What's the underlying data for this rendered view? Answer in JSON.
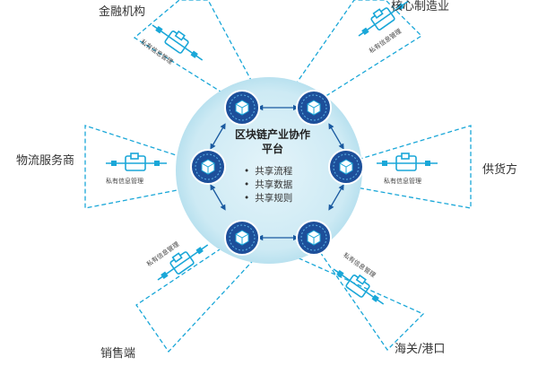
{
  "center": {
    "title": "区块链产业协作平台",
    "items": [
      "共享流程",
      "共享数据",
      "共享规则"
    ]
  },
  "participants": {
    "financial": "金融机构",
    "manufacturing": "核心制造业",
    "logistics": "物流服务商",
    "supplier": "供货方",
    "sales": "销售端",
    "customs": "海关/港口"
  },
  "private_info_label": "私有信息管理",
  "colors": {
    "accent": "#1aa7d8",
    "node": "#1d4f9a",
    "circle_fill": "#cdeaf4"
  }
}
